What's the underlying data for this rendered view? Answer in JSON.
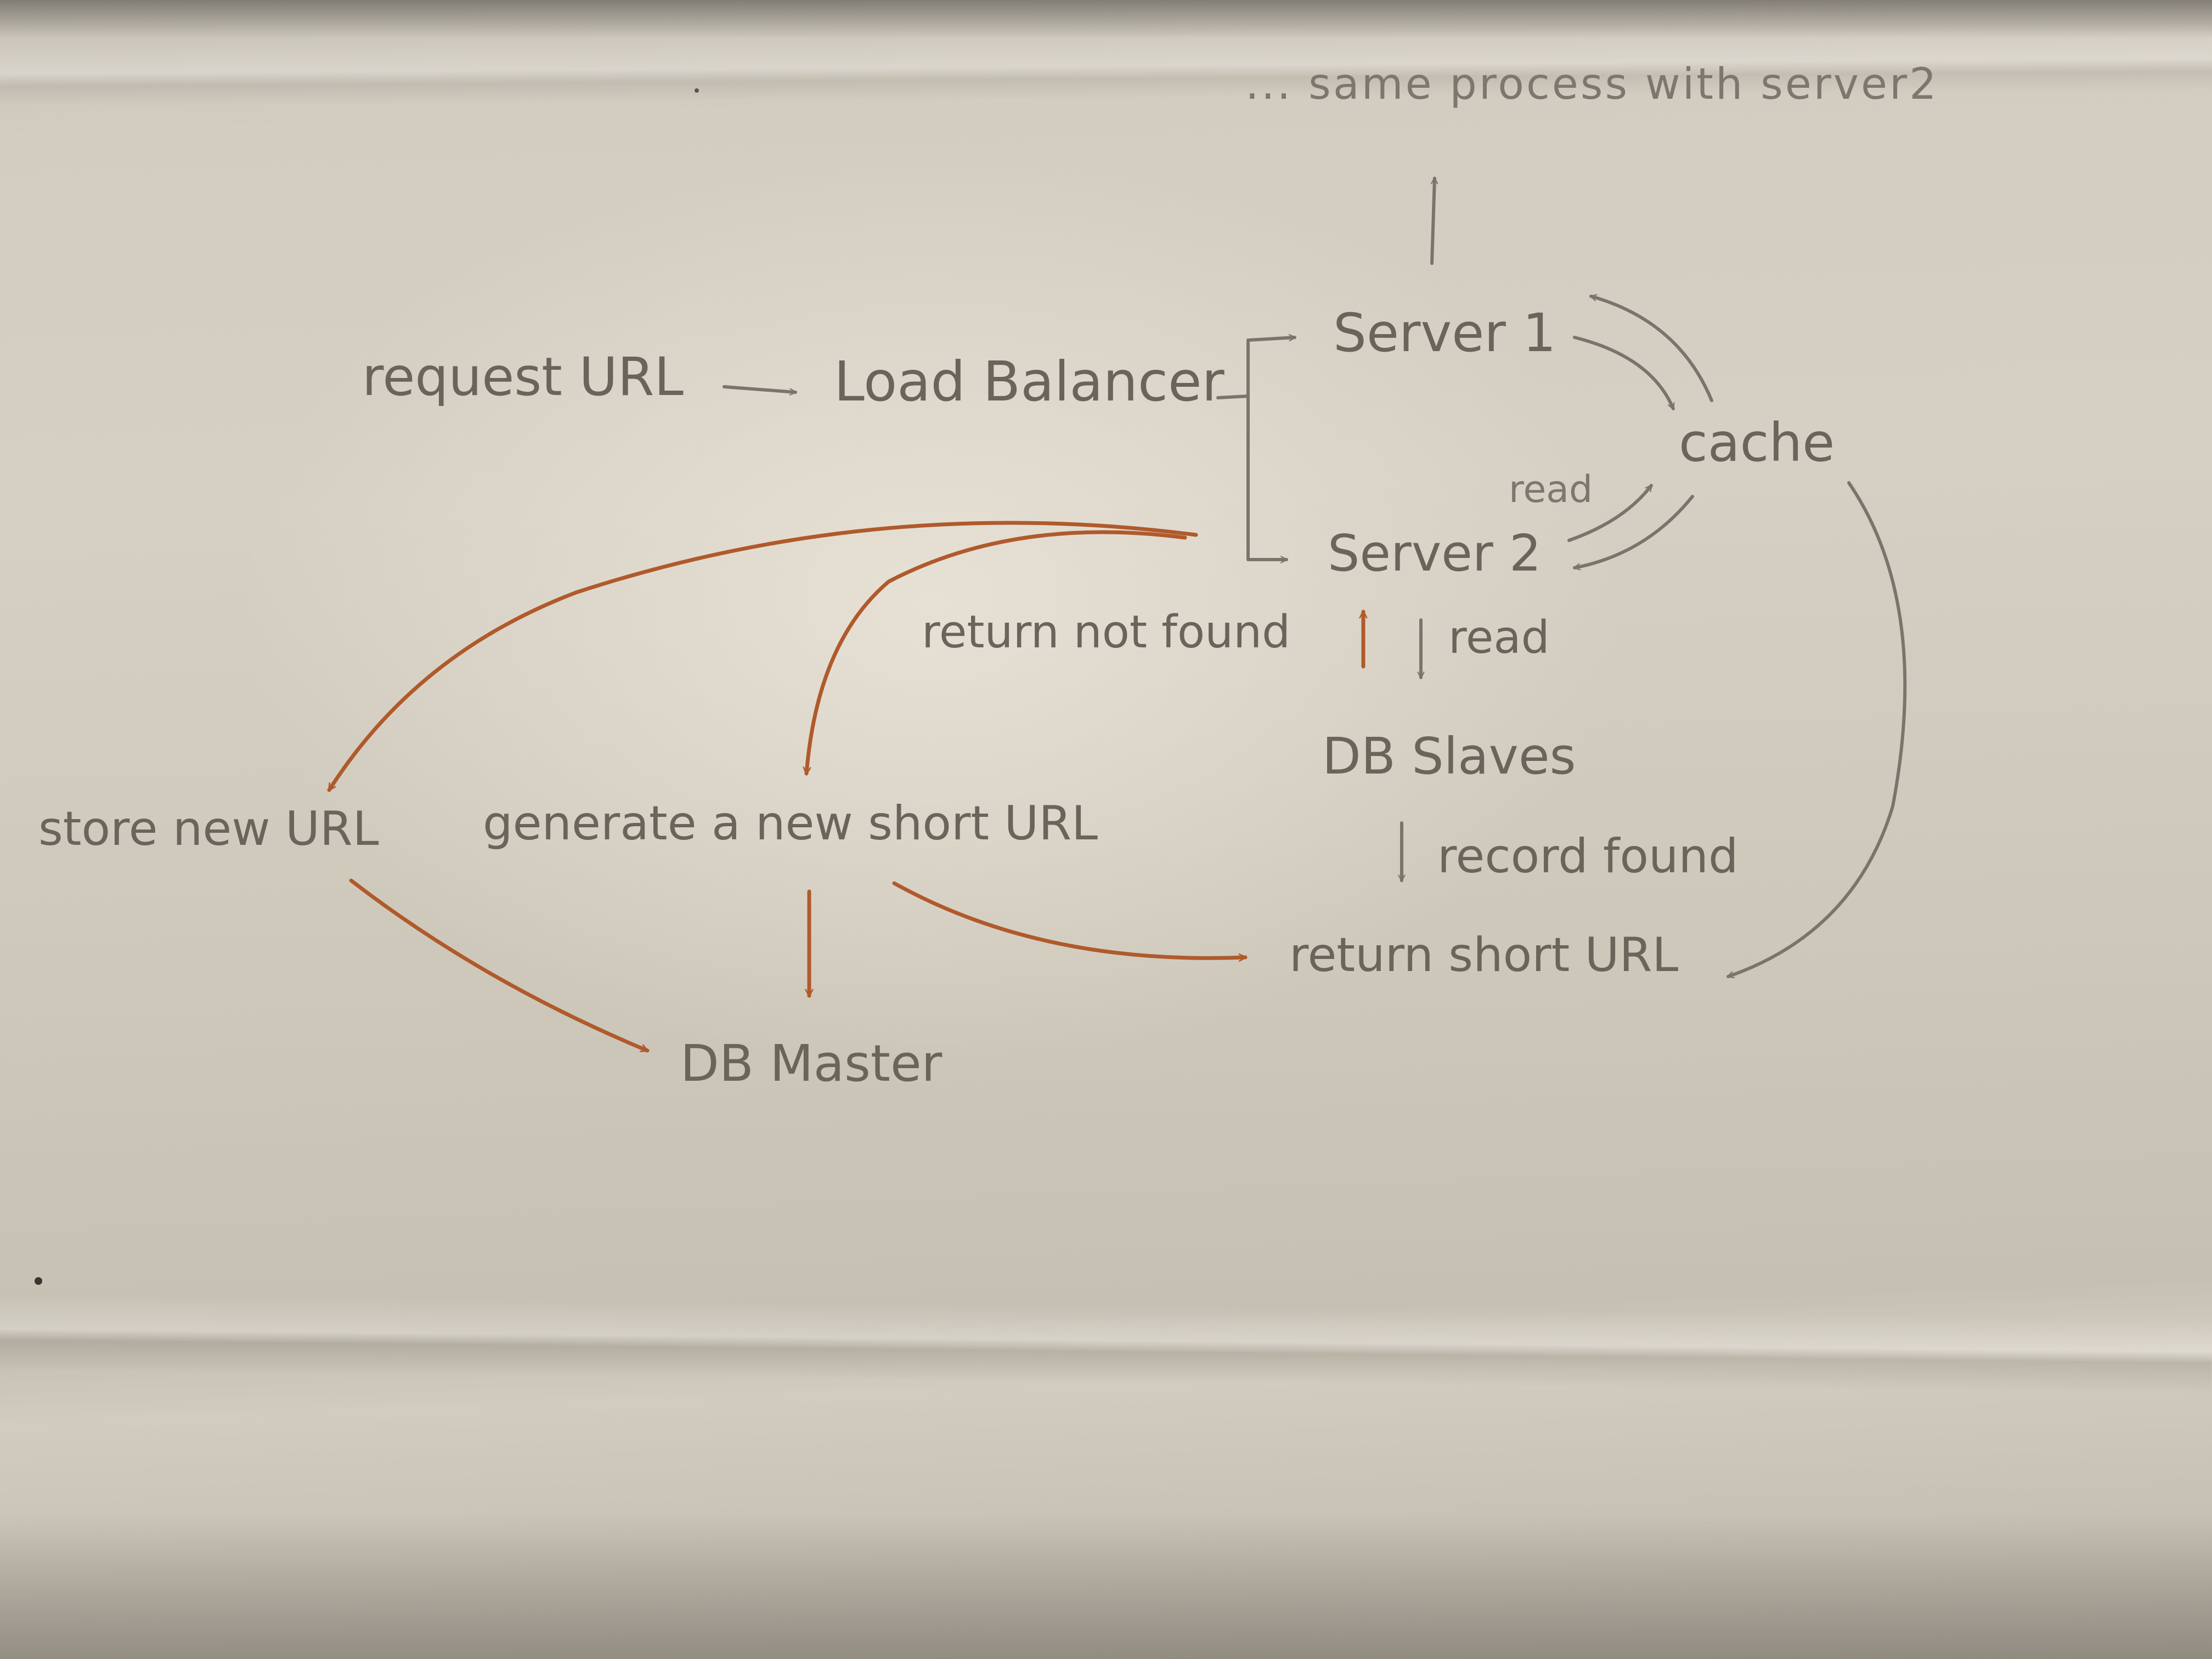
{
  "diagram": {
    "note_top": "... same process with server2",
    "nodes": {
      "request_url": "request URL",
      "load_balancer": "Load Balancer",
      "server1": "Server 1",
      "server2": "Server 2",
      "cache": "cache",
      "db_slaves": "DB Slaves",
      "store_new_url": "store new URL",
      "generate_short_url": "generate a new short URL",
      "return_short_url": "return short URL",
      "db_master": "DB Master"
    },
    "edge_labels": {
      "read_cache": "read",
      "return_not_found": "return not found",
      "read_db": "read",
      "record_found": "record found"
    },
    "colors": {
      "pencil": "#7a746b",
      "red_pencil": "#b05a2c",
      "paper": "#d6d0c4"
    }
  }
}
